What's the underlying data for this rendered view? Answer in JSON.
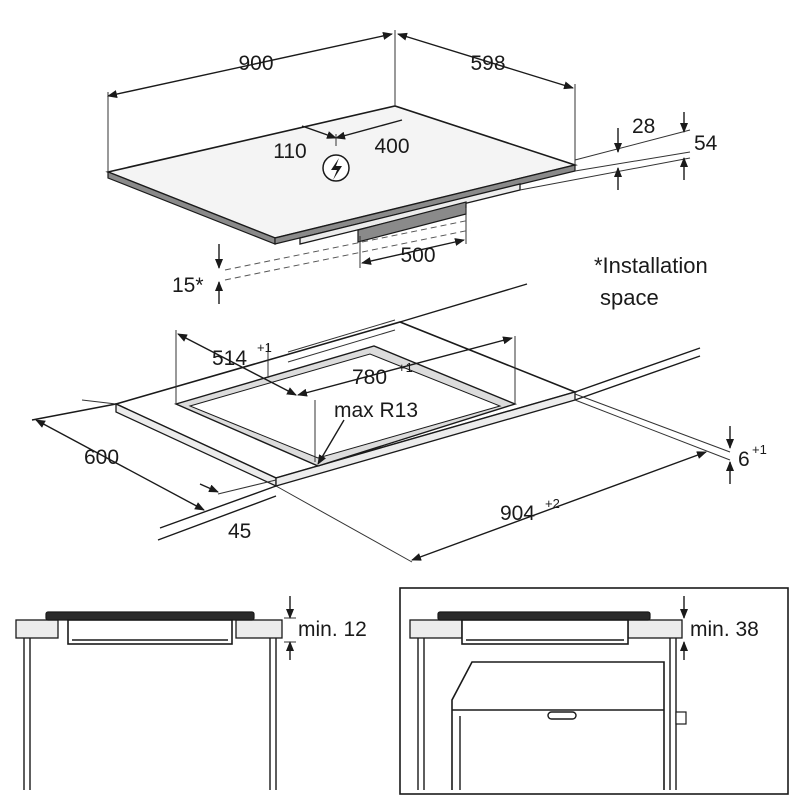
{
  "top_view": {
    "width": "900",
    "depth": "598",
    "cable_left": "110",
    "cable_right": "400",
    "thickness_top": "28",
    "thickness_total": "54",
    "box_width": "500",
    "installation_gap": "15*",
    "installation_note_line1": "*Installation",
    "installation_note_line2": "space"
  },
  "cutout": {
    "depth": "514",
    "depth_tol": "+1",
    "width": "780",
    "width_tol": "+1",
    "radius": "max R13",
    "worktop_depth": "600",
    "front_edge": "45",
    "outer_width": "904",
    "outer_width_tol": "+2",
    "recess": "6",
    "recess_tol": "+1"
  },
  "bottom_left": {
    "clearance": "min. 12"
  },
  "bottom_right": {
    "clearance": "min. 38"
  },
  "icons": {
    "power": "power-warning-icon"
  }
}
